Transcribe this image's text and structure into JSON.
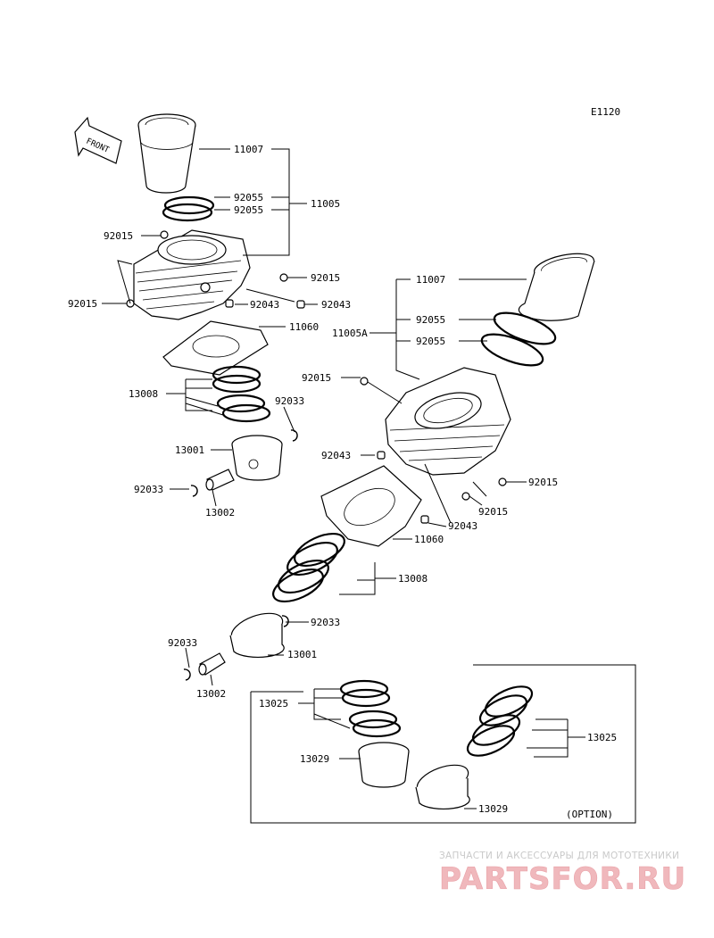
{
  "diagram_code": "E1120",
  "front_label": "FRONT",
  "option_label": "(OPTION)",
  "labels": {
    "L11007a": "11007",
    "L92055a": "92055",
    "L92055b": "92055",
    "L11005": "11005",
    "L92015a": "92015",
    "L92015b": "92015",
    "L92015c": "92015",
    "L92043a": "92043",
    "L92043b": "92043",
    "L11060a": "11060",
    "L13008a": "13008",
    "L92033a": "92033",
    "L13001a": "13001",
    "L92033b": "92033",
    "L13002a": "13002",
    "L11007b": "11007",
    "L11005A": "11005A",
    "L92055c": "92055",
    "L92055d": "92055",
    "L92015d": "92015",
    "L92043c": "92043",
    "L92015e": "92015",
    "L92015f": "92015",
    "L92043d": "92043",
    "L11060b": "11060",
    "L13008b": "13008",
    "L92033c": "92033",
    "L92033d": "92033",
    "L13001b": "13001",
    "L13002b": "13002",
    "L13025a": "13025",
    "L13025b": "13025",
    "L13029a": "13029",
    "L13029b": "13029"
  },
  "watermark": {
    "subtitle": "ЗАПЧАСТИ И АКСЕССУАРЫ ДЛЯ МОТОТЕХНИКИ",
    "brand": "PARTSFOR.RU"
  }
}
